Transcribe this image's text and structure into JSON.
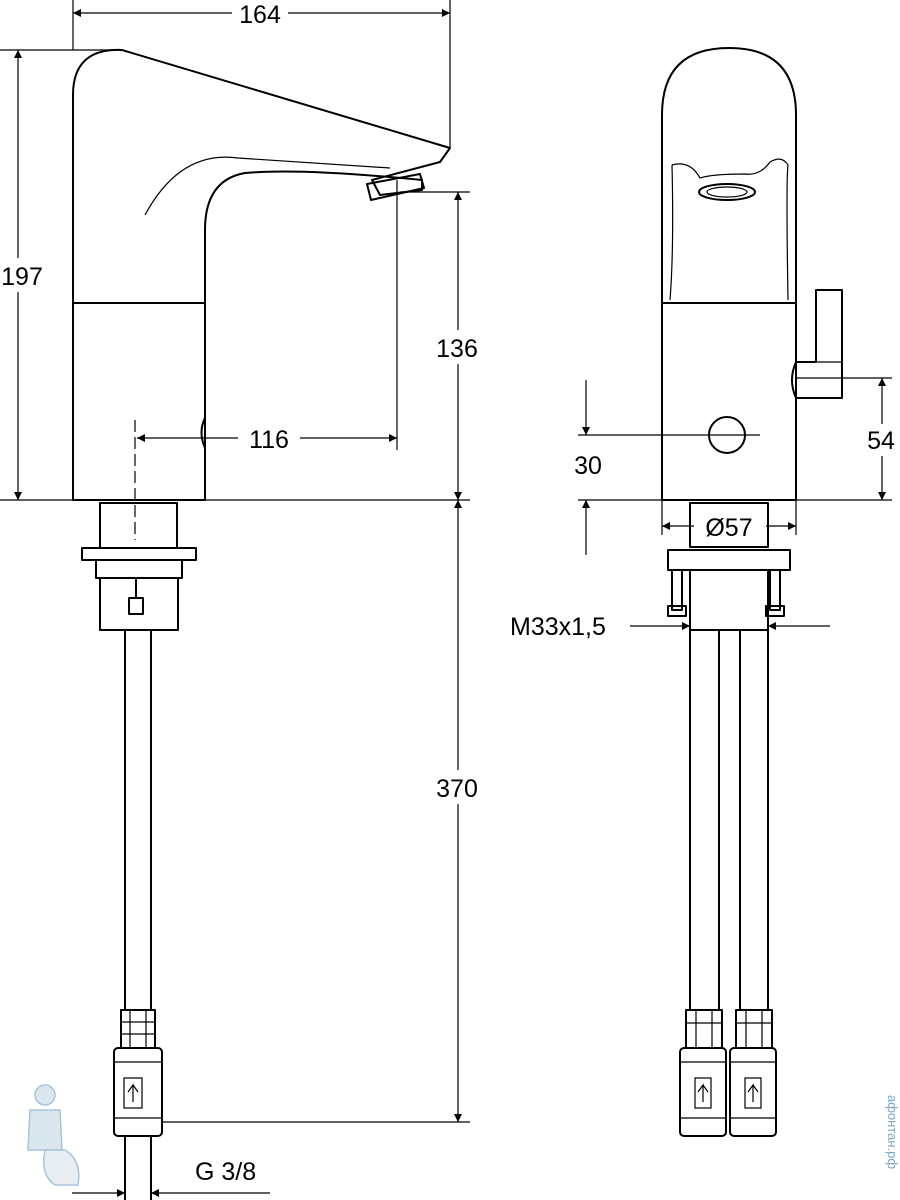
{
  "dimensions": {
    "width_total": "164",
    "height_total": "197",
    "outlet_height": "136",
    "reach": "116",
    "hose_length": "370",
    "connection": "G 3/8",
    "sensor_height": "30",
    "lever_height": "54",
    "base_diameter": "Ø57",
    "thread": "M33x1,5"
  },
  "watermark": {
    "text": "афонтан.рф"
  },
  "colors": {
    "line": "#000000",
    "background": "#ffffff",
    "watermark": "#7aa6c8"
  }
}
